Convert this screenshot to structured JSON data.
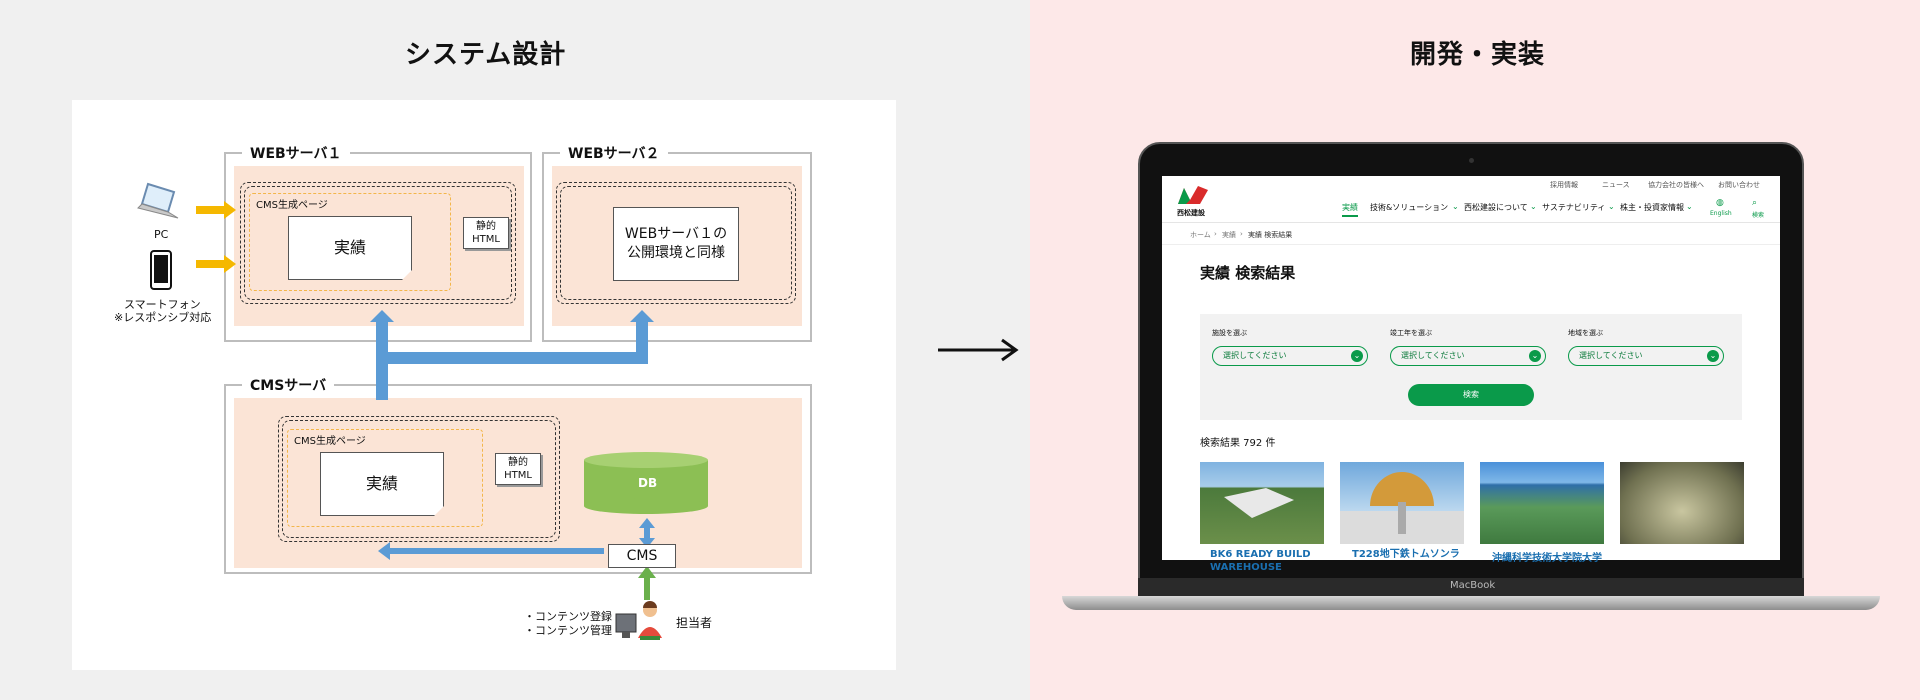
{
  "headings": {
    "left": "システム設計",
    "right": "開発・実装"
  },
  "diagram": {
    "web1": "WEBサーバ１",
    "web2": "WEBサーバ２",
    "cms_server": "CMSサーバ",
    "cms_page": "CMS生成ページ",
    "jisseki": "実績",
    "static_html_1": "静的",
    "static_html_2": "HTML",
    "web2_box_1": "WEBサーバ１の",
    "web2_box_2": "公開環境と同様",
    "pc": "PC",
    "smartphone": "スマートフォン",
    "responsive": "※レスポンシブ対応",
    "db": "DB",
    "cms": "CMS",
    "content_reg": "・コンテンツ登録",
    "content_mgmt": "・コンテンツ管理",
    "person": "担当者"
  },
  "site": {
    "logo_text": "西松建設",
    "util": [
      "採用情報",
      "ニュース",
      "協力会社の皆様へ",
      "お問い合わせ"
    ],
    "nav": [
      "実績",
      "技術&ソリューション",
      "西松建設について",
      "サステナビリティ",
      "株主・投資家情報"
    ],
    "english": "English",
    "search": "検索",
    "breadcrumb": [
      "ホーム",
      "実績",
      "実績 検索結果"
    ],
    "page_title": "実績 検索結果",
    "filters": [
      {
        "label": "施設を選ぶ",
        "placeholder": "選択してください"
      },
      {
        "label": "竣工年を選ぶ",
        "placeholder": "選択してください"
      },
      {
        "label": "地域を選ぶ",
        "placeholder": "選択してください"
      }
    ],
    "search_button": "検索",
    "result_count": "検索結果 792 件",
    "cards": [
      {
        "title": "BK6 READY BUILD WAREHOUSE"
      },
      {
        "title": "T228地下鉄トムソンラ"
      },
      {
        "title": "沖縄科学技術大学院大学"
      },
      {
        "title": ""
      }
    ],
    "macbook": "MacBook"
  },
  "colors": {
    "green": "#0a9a4a",
    "arrow_blue": "#5b9bd5",
    "yellow": "#f5b800",
    "db_green": "#8cbf54"
  }
}
